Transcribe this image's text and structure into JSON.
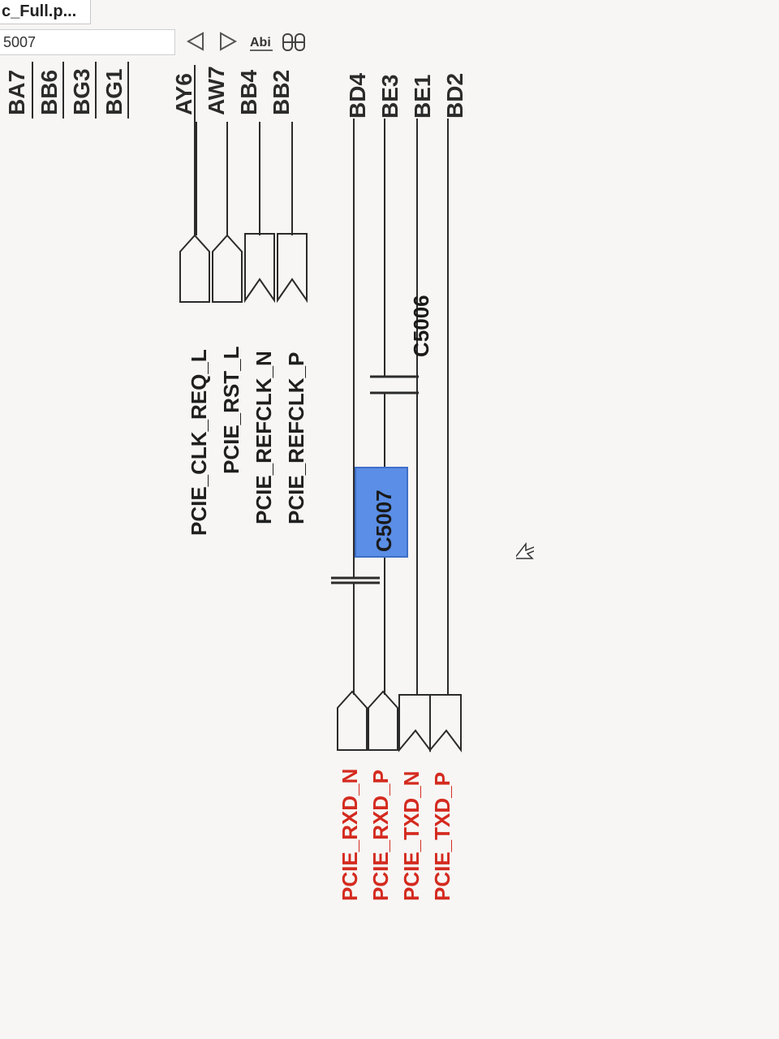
{
  "window": {
    "tab_title": "c_Full.p..."
  },
  "search": {
    "value": "5007"
  },
  "toolbar": {
    "icons": [
      "triangle-left-icon",
      "triangle-right-icon",
      "text-abi-icon",
      "binoculars-icon"
    ],
    "abi_label": "Abi"
  },
  "pins": {
    "top_left": [
      "BA7",
      "BB6",
      "BG3",
      "BG1"
    ],
    "top_right": [
      "AY6",
      "AW7",
      "BB4",
      "BB2"
    ],
    "bottom_right": [
      "BD4",
      "BE3",
      "BE1",
      "BD2"
    ]
  },
  "nets": {
    "clock_signals": [
      "PCIE_CLK_REQ_L",
      "PCIE_RST_L",
      "PCIE_REFCLK_N",
      "PCIE_REFCLK_P"
    ],
    "data_signals": [
      "PCIE_RXD_N",
      "PCIE_RXD_P",
      "PCIE_TXD_N",
      "PCIE_TXD_P"
    ]
  },
  "components": {
    "c5007": "C5007",
    "c5006": "C5006"
  },
  "colors": {
    "line": "#2b2b2b",
    "data_net_text": "#d42a1f",
    "selection_fill": "#5b8ee6",
    "selection_border": "#3f6fc7"
  }
}
